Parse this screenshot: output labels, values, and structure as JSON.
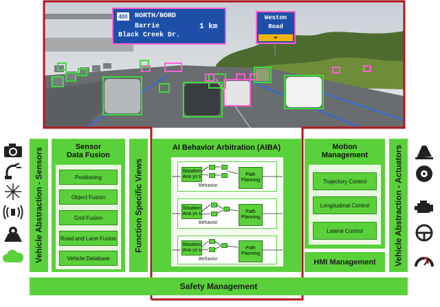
{
  "colors": {
    "block_green": "#5ad13b",
    "frame_red": "#b0181c",
    "detect_green": "#3ddc3d",
    "detect_pink": "#ff5fd0"
  },
  "road_sign": {
    "route": "400",
    "direction": "NORTH/NORD",
    "place1": "Barrie",
    "place2": "Black Creek Dr.",
    "distance": "1 km",
    "right_sign_line1": "Weston",
    "right_sign_line2": "Road",
    "arrow": "⌄"
  },
  "left_column": {
    "label": "Vehicle Abstraction - Sensors",
    "icons": [
      "camera-icon",
      "radar-icon",
      "lidar-icon",
      "ultrasonic-icon",
      "map-icon",
      "cloud-icon"
    ]
  },
  "sensor_fusion": {
    "title_line1": "Sensor",
    "title_line2": "Data Fusion",
    "items": [
      "Positioning",
      "Object Fusion",
      "Grid Fusion",
      "Road and Lane Fusion",
      "Vehicle Database"
    ]
  },
  "function_views": {
    "label": "Function Specific Views"
  },
  "aiba": {
    "title": "AI Behavior Arbitration (AIBA)",
    "behaviors": [
      {
        "situation": "Situation Ana ys s",
        "planning": "Path Planning",
        "label": "Behavior"
      },
      {
        "situation": "Situation Ana ys s",
        "planning": "Path Planning",
        "label": "Behavior"
      },
      {
        "situation": "Situation Ana ys s",
        "planning": "Path Planning",
        "label": "Behavior"
      }
    ]
  },
  "motion": {
    "title_line1": "Motion",
    "title_line2": "Management",
    "items": [
      "Trajectory Control",
      "Longitudinal Control",
      "Lateral Control"
    ]
  },
  "hmi": {
    "label": "HMI Management"
  },
  "right_column": {
    "label": "Vehicle Abstraction - Actuators",
    "icons": [
      "gas-pedal-icon",
      "brake-disc-icon",
      "engine-icon",
      "steering-wheel-icon",
      "gauge-icon"
    ]
  },
  "safety": {
    "label": "Safety Management"
  }
}
